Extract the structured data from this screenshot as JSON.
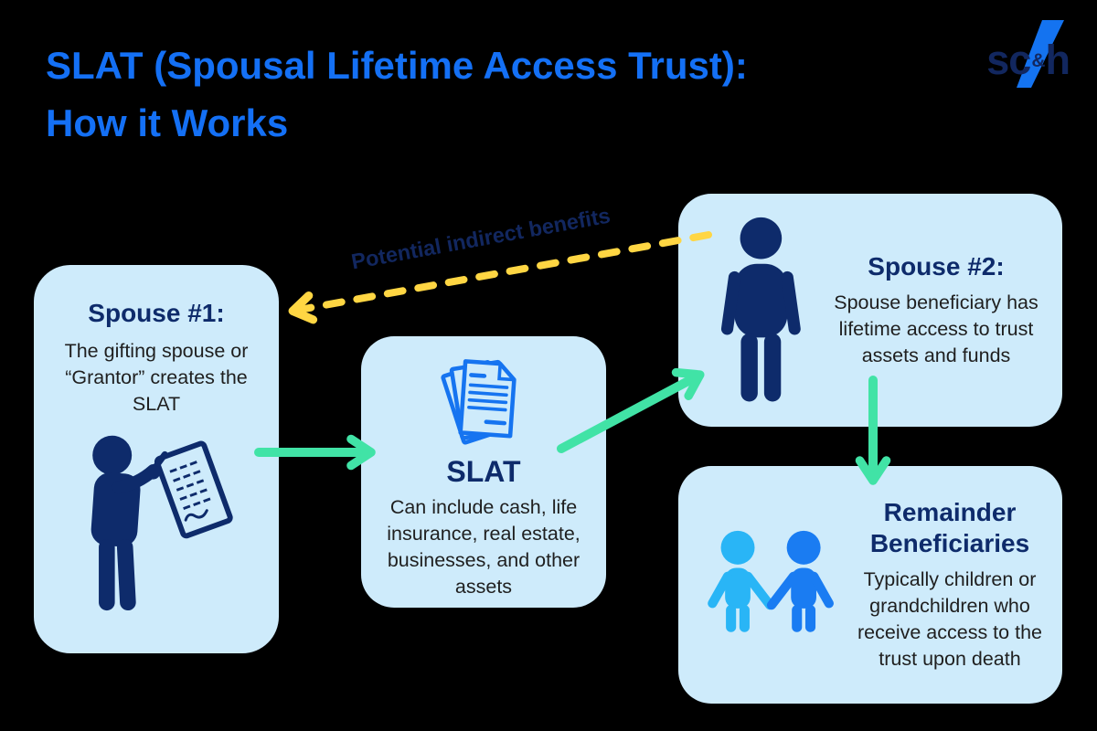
{
  "header": {
    "title_line1": "SLAT (Spousal Lifetime Access Trust):",
    "title_line2": "How it Works"
  },
  "logo": {
    "text_sc": "sc",
    "text_amp": "&",
    "text_h": "h"
  },
  "flow_label": {
    "text": "Potential indirect benefits"
  },
  "boxes": {
    "spouse1": {
      "heading": "Spouse #1:",
      "body": "The gifting spouse or “Grantor” creates the SLAT",
      "icon": "person-writing-icon"
    },
    "slat": {
      "heading": "SLAT",
      "body": "Can include cash, life insurance, real estate, businesses, and other assets",
      "icon": "documents-icon"
    },
    "spouse2": {
      "heading": "Spouse #2:",
      "body": "Spouse beneficiary has lifetime access to trust assets and funds",
      "icon": "person-icon"
    },
    "remainder": {
      "heading": "Remainder Beneficiaries",
      "body": "Typically children or grandchildren who receive access to the trust upon death",
      "icon": "children-icon"
    }
  },
  "arrows": {
    "grantor_to_slat": {
      "style": "solid",
      "color": "#41E3A6",
      "from": "spouse1",
      "to": "slat"
    },
    "slat_to_spouse2": {
      "style": "solid",
      "color": "#41E3A6",
      "from": "slat",
      "to": "spouse2"
    },
    "spouse2_to_remainder": {
      "style": "solid",
      "color": "#41E3A6",
      "from": "spouse2",
      "to": "remainder"
    },
    "indirect_benefits": {
      "style": "dashed",
      "color": "#FFD643",
      "from": "spouse2",
      "to": "spouse1",
      "label": "Potential indirect benefits"
    }
  },
  "colors": {
    "background": "#000000",
    "title_blue": "#1470F5",
    "navy": "#0E2B6B",
    "body_text": "#1F1F1F",
    "box_fill": "#CEEBFB",
    "green_arrow": "#41E3A6",
    "yellow_arrow": "#FFD643",
    "child_left_blue": "#29B5F6",
    "child_right_blue": "#1A7CF2",
    "doc_icon_blue": "#1674F0",
    "logo_blue": "#1473F0"
  }
}
